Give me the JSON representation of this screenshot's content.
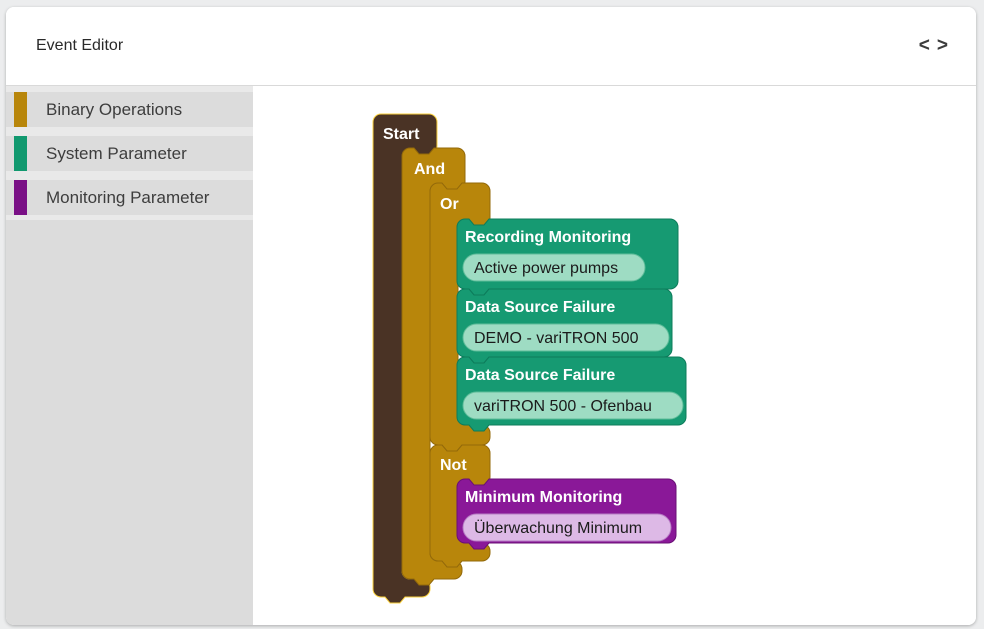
{
  "header": {
    "title": "Event Editor",
    "code_icon_left": "<",
    "code_icon_right": ">"
  },
  "sidebar": {
    "categories": [
      {
        "label": "Binary Operations",
        "color": "#b8860b"
      },
      {
        "label": "System Parameter",
        "color": "#11996f"
      },
      {
        "label": "Monitoring Parameter",
        "color": "#7a1086"
      }
    ]
  },
  "workspace": {
    "blocks": {
      "start": {
        "label": "Start"
      },
      "and": {
        "label": "And"
      },
      "or": {
        "label": "Or"
      },
      "not": {
        "label": "Not"
      },
      "recording": {
        "title": "Recording Monitoring",
        "field": "Active power pumps"
      },
      "failure1": {
        "title": "Data Source Failure",
        "field": "DEMO - variTRON 500"
      },
      "failure2": {
        "title": "Data Source Failure",
        "field": "variTRON 500 - Ofenbau"
      },
      "minimum": {
        "title": "Minimum Monitoring",
        "field": "Überwachung Minimum"
      }
    }
  },
  "colors": {
    "block_gold": "#b8860b",
    "block_teal": "#169a72",
    "block_purple": "#8a1898",
    "block_brown": "#4a3325",
    "selection_outline": "#fbd23d",
    "field_teal": "#9edcc3",
    "field_purple": "#ddb9e6"
  }
}
